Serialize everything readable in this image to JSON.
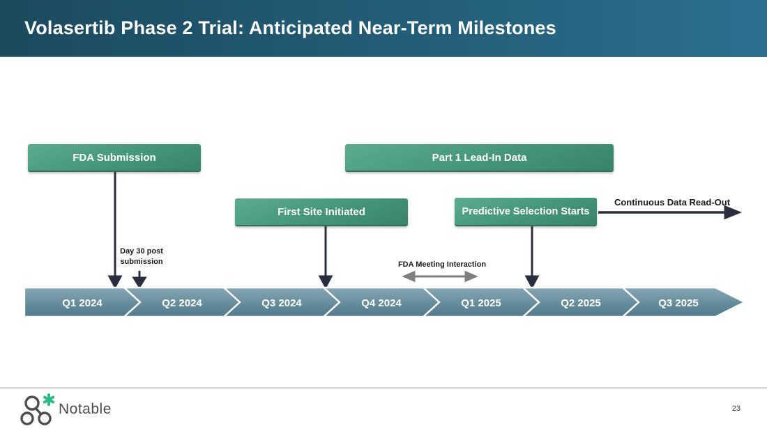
{
  "header": {
    "title": "Volasertib Phase 2 Trial: Anticipated Near-Term Milestones"
  },
  "milestones": {
    "fda_submission": "FDA Submission",
    "part1_lead_in": "Part 1 Lead-In Data",
    "first_site": "First Site Initiated",
    "predictive_selection": "Predictive Selection Starts"
  },
  "annotations": {
    "day30_line1": "Day 30 post",
    "day30_line2": "submission",
    "fda_meeting": "FDA Meeting Interaction",
    "continuous_readout": "Continuous Data Read-Out"
  },
  "timeline": {
    "quarters": [
      "Q1 2024",
      "Q2 2024",
      "Q3 2024",
      "Q4 2024",
      "Q1 2025",
      "Q2 2025",
      "Q3 2025"
    ]
  },
  "footer": {
    "brand": "Notable",
    "page_number": "23"
  },
  "colors": {
    "header_dark": "#1c4a5f",
    "header_light": "#2c708f",
    "milestone_green": "#46987b",
    "timeline_top": "#87a7b4",
    "timeline_bottom": "#50798b",
    "arrow_dark": "#2b2e3f",
    "arrow_gray": "#7f7f7f",
    "logo_green": "#2eb98c"
  }
}
